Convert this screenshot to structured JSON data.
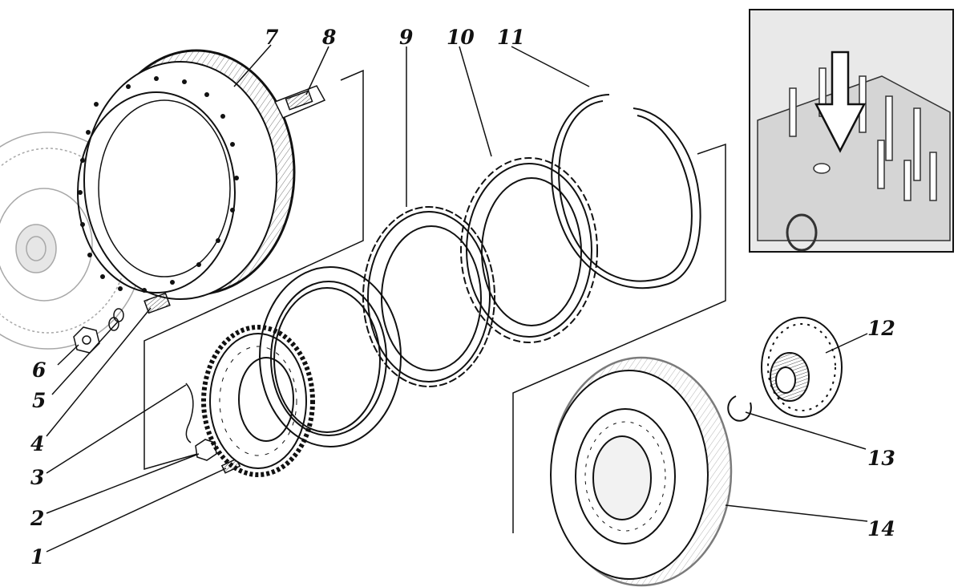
{
  "figure": {
    "callouts": [
      {
        "id": "1",
        "label": "1"
      },
      {
        "id": "2",
        "label": "2"
      },
      {
        "id": "3",
        "label": "3"
      },
      {
        "id": "4",
        "label": "4"
      },
      {
        "id": "5",
        "label": "5"
      },
      {
        "id": "6",
        "label": "6"
      },
      {
        "id": "7",
        "label": "7"
      },
      {
        "id": "8",
        "label": "8"
      },
      {
        "id": "9",
        "label": "9"
      },
      {
        "id": "10",
        "label": "10"
      },
      {
        "id": "11",
        "label": "11"
      },
      {
        "id": "12",
        "label": "12"
      },
      {
        "id": "13",
        "label": "13"
      },
      {
        "id": "14",
        "label": "14"
      }
    ],
    "colors": {
      "ink": "#111111",
      "faint": "#9a9a9a",
      "inset_bg": "#e9e9e9"
    }
  }
}
